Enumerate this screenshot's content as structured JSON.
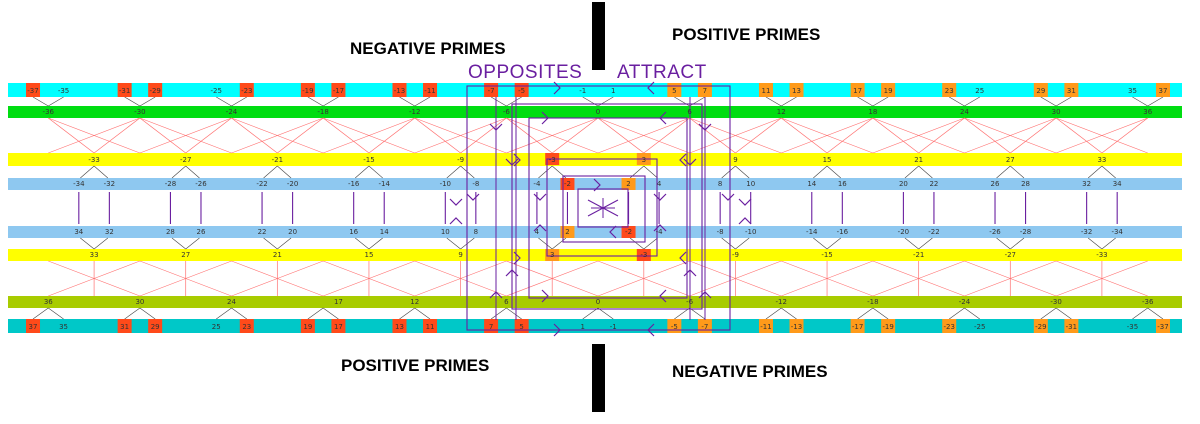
{
  "headings": {
    "top_left": "NEGATIVE PRIMES",
    "top_right": "POSITIVE PRIMES",
    "bottom_left": "POSITIVE PRIMES",
    "bottom_right": "NEGATIVE PRIMES"
  },
  "title": {
    "left": "OPPOSITES",
    "right": "ATTRACT"
  },
  "colors": {
    "cyan_band": "#00ffff",
    "green_band": "#00dd11",
    "yellow_band": "#ffff00",
    "blue_band": "#8ec8f0",
    "olive_band": "#a8cc00",
    "teal_band": "#00c8c8",
    "negative_prime_box": "#ff4a1a",
    "positive_prime_box": "#ff9a1a",
    "purple": "#6a1fa0",
    "red_lines": "#ff7070"
  },
  "rows": {
    "row1": [
      "-37",
      "-35",
      "-31",
      "-29",
      "-25",
      "-23",
      "-19",
      "-17",
      "-13",
      "-11",
      "-7",
      "-5",
      "-1",
      "1",
      "5",
      "7",
      "11",
      "13",
      "17",
      "19",
      "23",
      "25",
      "29",
      "31",
      "35",
      "37"
    ],
    "row2": [
      "-36",
      "-30",
      "-24",
      "-18",
      "-12",
      "-6",
      "0",
      "6",
      "12",
      "18",
      "24",
      "30",
      "36"
    ],
    "row3": [
      "-33",
      "-27",
      "-21",
      "-15",
      "-9",
      "-3",
      "3",
      "9",
      "15",
      "21",
      "27",
      "33"
    ],
    "row4": [
      "-34",
      "-32",
      "-28",
      "-26",
      "-22",
      "-20",
      "-16",
      "-14",
      "-10",
      "-8",
      "-4",
      "-2",
      "2",
      "4",
      "8",
      "10",
      "14",
      "16",
      "20",
      "22",
      "26",
      "28",
      "32",
      "34"
    ],
    "row5": [
      "34",
      "32",
      "28",
      "26",
      "22",
      "20",
      "16",
      "14",
      "10",
      "8",
      "4",
      "2",
      "-2",
      "-4",
      "-8",
      "-10",
      "-14",
      "-16",
      "-20",
      "-22",
      "-26",
      "-28",
      "-32",
      "-34"
    ],
    "row6": [
      "33",
      "27",
      "21",
      "15",
      "9",
      "3",
      "-3",
      "-9",
      "-15",
      "-21",
      "-27",
      "-33"
    ],
    "row7": [
      "36",
      "30",
      "24",
      "17",
      "12",
      "6",
      "0",
      "-6",
      "-12",
      "-18",
      "-24",
      "-30",
      "-36"
    ],
    "row8": [
      "37",
      "35",
      "31",
      "29",
      "25",
      "23",
      "19",
      "17",
      "13",
      "11",
      "7",
      "5",
      "1",
      "-1",
      "-5",
      "-7",
      "-11",
      "-13",
      "-17",
      "-19",
      "-23",
      "-25",
      "-29",
      "-31",
      "-35",
      "-37"
    ]
  }
}
